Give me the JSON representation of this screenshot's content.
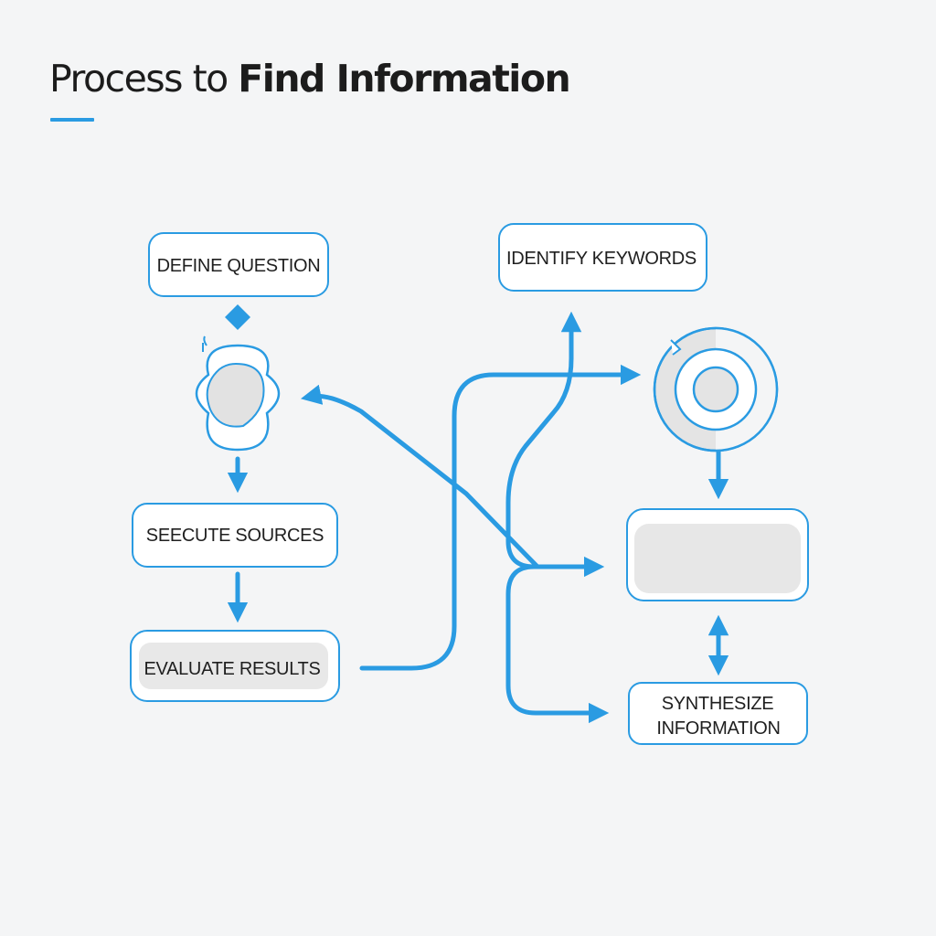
{
  "title": {
    "prefix": "Process to",
    "emphasis": "Find Information"
  },
  "nodes": {
    "define_question": "DEFINE QUESTION",
    "identify_keywords": "IDENTIFY KEYWORDS",
    "select_sources": "SEECUTE SOURCES",
    "evaluate_results": "EVALUATE RESULTS",
    "synthesize_line1": "SYNTHESIZE",
    "synthesize_line2": "INFORMATION"
  },
  "icons": [
    "diamond-icon",
    "flower-shape-icon",
    "target-ring-icon"
  ],
  "colors": {
    "accent": "#2a9be2",
    "box_border": "#2a9be2",
    "box_fill": "#ffffff",
    "placeholder_fill": "#e6e6e6",
    "text": "#1f1f1f",
    "background": "#f4f5f6"
  }
}
